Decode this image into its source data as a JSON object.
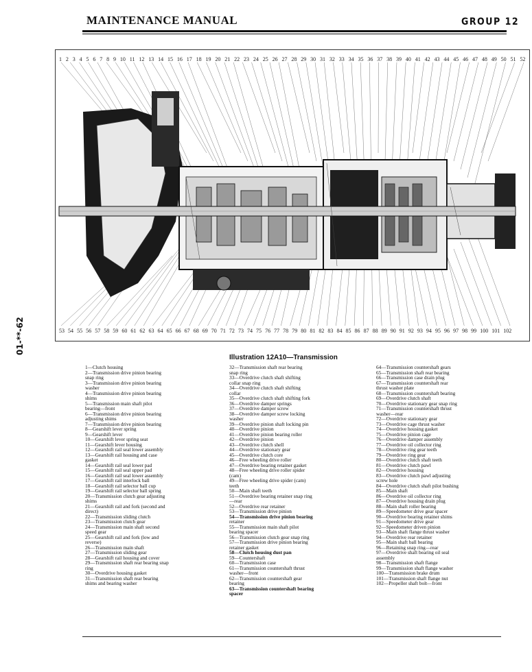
{
  "header": {
    "title": "MAINTENANCE MANUAL",
    "group": "GROUP 12"
  },
  "side_note": "01-**-62",
  "figure": {
    "caption": "Illustration 12A10—Transmission",
    "top_callouts": [
      "1",
      "2",
      "3",
      "4",
      "5",
      "6",
      "7",
      "8",
      "9",
      "10",
      "11",
      "12",
      "13",
      "14",
      "15",
      "16",
      "17",
      "18",
      "19",
      "20",
      "21",
      "22",
      "23",
      "24",
      "25",
      "26",
      "27",
      "28",
      "29",
      "30",
      "31",
      "32",
      "33",
      "34",
      "35",
      "36",
      "37",
      "38",
      "39",
      "40",
      "41",
      "42",
      "43",
      "44",
      "45",
      "46",
      "47",
      "48",
      "49",
      "50",
      "51",
      "52"
    ],
    "bottom_callouts": [
      "53",
      "54",
      "55",
      "56",
      "57",
      "58",
      "59",
      "60",
      "61",
      "62",
      "63",
      "64",
      "65",
      "66",
      "67",
      "68",
      "69",
      "70",
      "71",
      "72",
      "73",
      "74",
      "75",
      "76",
      "77",
      "78",
      "79",
      "80",
      "81",
      "82",
      "83",
      "84",
      "85",
      "86",
      "87",
      "88",
      "89",
      "90",
      "91",
      "92",
      "93",
      "94",
      "95",
      "96",
      "97",
      "98",
      "99",
      "100",
      "101",
      "102"
    ]
  },
  "legend": {
    "col1": [
      "1—Clutch housing",
      "2—Transmission drive pinion bearing",
      "snap ring",
      "3—Transmission drive pinion bearing",
      "washer",
      "4—Transmission drive pinion bearing",
      "shims",
      "5—Transmission main shaft pilot",
      "bearing—front",
      "6—Transmission drive pinion bearing",
      "adjusting shims",
      "7—Transmission drive pinion bearing",
      "8—Gearshift lever spring",
      "9—Gearshift lever",
      "10—Gearshift lever spring seat",
      "11—Gearshift lever housing",
      "12—Gearshift rail seal lower assembly",
      "13—Gearshift rail housing and case",
      "gasket",
      "14—Gearshift rail seal lower pad",
      "15—Gearshift rail seal upper pad",
      "16—Gearshift rail seal lower assembly",
      "17—Gearshift rail interlock ball",
      "18—Gearshift rail selector ball cup",
      "19—Gearshift rail selector ball spring",
      "20—Transmission clutch gear adjusting",
      "shims",
      "21—Gearshift rail and fork (second and",
      "direct)",
      "22—Transmission sliding clutch",
      "23—Transmission clutch gear",
      "24—Transmission main shaft second",
      "speed gear",
      "25—Gearshift rail and fork (low and",
      "reverse)",
      "26—Transmission main shaft",
      "27—Transmission sliding gear",
      "28—Gearshift rail housing and cover",
      "29—Transmission shaft rear bearing snap",
      "ring",
      "30—Overdrive housing gasket",
      "31—Transmission shaft rear bearing",
      "shims and bearing washer"
    ],
    "col2": [
      "32—Transmission shaft rear bearing",
      "snap ring",
      "33—Overdrive clutch shaft shifting",
      "collar snap ring",
      "34—Overdrive clutch shaft shifting",
      "collar",
      "35—Overdrive clutch shaft shifting fork",
      "36—Overdrive damper springs",
      "37—Overdrive damper screw",
      "38—Overdrive damper screw locking",
      "washer",
      "39—Overdrive pinion shaft locking pin",
      "40—Overdrive pinion",
      "41—Overdrive pinion bearing roller",
      "42—Overdrive pinion",
      "43—Overdrive clutch shell",
      "44—Overdrive stationary gear",
      "45—Overdrive clutch core",
      "46—Free wheeling drive roller",
      "47—Overdrive bearing retainer gasket",
      "48—Free wheeling drive roller spider",
      "(cam)",
      "49—Free wheeling drive spider (cam)",
      "teeth",
      "50—Main shaft teeth",
      "51—Overdrive bearing retainer snap ring",
      "—rear",
      "52—Overdrive rear retainer",
      "53—Transmission drive pinion",
      "54—Transmission drive pinion bearing",
      "retainer",
      "55—Transmission main shaft pilot",
      "bearing spacer",
      "56—Transmission clutch gear snap ring",
      "57—Transmission drive pinion bearing",
      "retainer gasket",
      "58—Clutch housing dust pan",
      "59—Countershaft",
      "60—Transmission case",
      "61—Transmission countershaft thrust",
      "washer—front",
      "62—Transmission countershaft gear",
      "bearing",
      "63—Transmission countershaft bearing",
      "spacer"
    ],
    "col3": [
      "64—Transmission countershaft gears",
      "65—Transmission shaft rear bearing",
      "66—Transmission case drain plug",
      "67—Transmission countershaft rear",
      "thrust washer plate",
      "68—Transmission countershaft bearing",
      "69—Overdrive clutch shaft",
      "70—Overdrive stationary gear snap ring",
      "71—Transmission countershaft thrust",
      "washer—rear",
      "72—Overdrive stationary gear",
      "73—Overdrive cage thrust washer",
      "74—Overdrive housing gasket",
      "75—Overdrive pinion cage",
      "76—Overdrive damper assembly",
      "77—Overdrive oil collector ring",
      "78—Overdrive ring gear teeth",
      "79—Overdrive ring gear",
      "80—Overdrive clutch shaft teeth",
      "81—Overdrive clutch pawl",
      "82—Overdrive housing",
      "83—Overdrive clutch pawl adjusting",
      "screw hole",
      "84—Overdrive clutch shaft pilot bushing",
      "85—Main shaft",
      "86—Overdrive oil collector ring",
      "87—Overdrive housing drain plug",
      "88—Main shaft roller bearing",
      "89—Speedometer drive gear spacer",
      "90—Overdrive bearing retainer shims",
      "91—Speedometer drive gear",
      "92—Speedometer driven pinion",
      "93—Main shaft flange thrust washer",
      "94—Overdrive rear retainer",
      "95—Main shaft ball bearing",
      "96—Retaining snap ring—rear",
      "97—Overdrive shaft bearing oil seal",
      "assembly",
      "98—Transmission shaft flange",
      "99—Transmission shaft flange washer",
      "100—Transmission brake drum",
      "101—Transmission shaft flange nut",
      "102—Propeller shaft bolt—front"
    ]
  }
}
